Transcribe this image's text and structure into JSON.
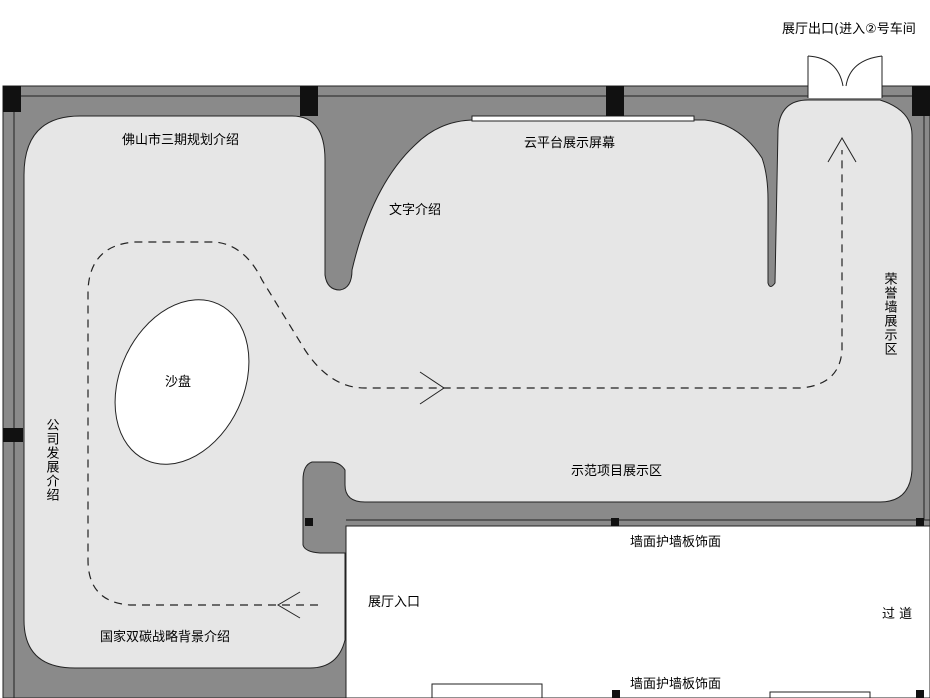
{
  "labels": {
    "exhibition_exit": "展厅出口(进入②号车间",
    "foshan_plan": "佛山市三期规划介绍",
    "cloud_screen": "云平台展示屏幕",
    "text_intro": "文字介绍",
    "honor_wall": "荣誉墙展示区",
    "sand_table": "沙盘",
    "company_dev": "公司发展介绍",
    "demo_projects": "示范项目展示区",
    "wall_panel_top": "墙面护墙板饰面",
    "wall_panel_bottom": "墙面护墙板饰面",
    "entrance": "展厅入口",
    "corridor": "过 道",
    "carbon_strategy": "国家双碳战略背景介绍"
  },
  "colors": {
    "wall": "#8a8a8a",
    "floor": "#e6e6e6",
    "pillar": "#111111",
    "line": "#222222"
  }
}
